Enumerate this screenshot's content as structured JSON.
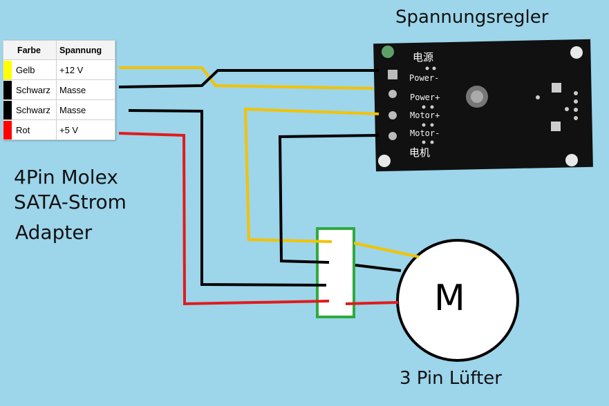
{
  "title": "Spannungsregler",
  "adapter_label": {
    "line1": "4Pin Molex",
    "line2": "SATA-Strom",
    "line3": "Adapter"
  },
  "fan_label": "3 Pin Lüfter",
  "motor_letter": "M",
  "table": {
    "headers": [
      "Farbe",
      "Spannung"
    ],
    "rows": [
      {
        "color_name": "Gelb",
        "voltage": "+12 V",
        "swatch": "#ffff00"
      },
      {
        "color_name": "Schwarz",
        "voltage": "Masse",
        "swatch": "#000000"
      },
      {
        "color_name": "Schwarz",
        "voltage": "Masse",
        "swatch": "#000000"
      },
      {
        "color_name": "Rot",
        "voltage": "+5 V",
        "swatch": "#ff0000"
      }
    ]
  },
  "module": {
    "top_cn": "电源",
    "pins": [
      "Power-",
      "Power+",
      "Motor+",
      "Motor-"
    ],
    "bottom_cn": "电机"
  },
  "colors": {
    "background": "#9dd5ea",
    "wire_yellow": "#f2c200",
    "wire_black": "#000000",
    "wire_red": "#e01b1b",
    "connector": "#2eaa3e",
    "board": "#111111"
  }
}
